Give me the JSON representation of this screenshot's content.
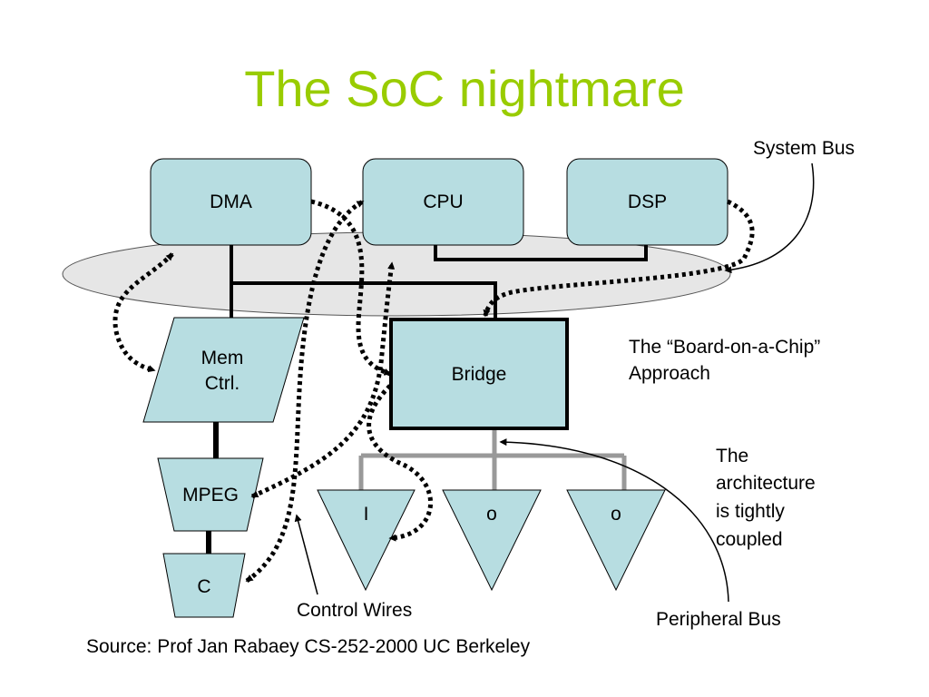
{
  "slide": {
    "title": "The SoC nightmare"
  },
  "blocks": {
    "dma": "DMA",
    "cpu": "CPU",
    "dsp": "DSP",
    "mem_line1": "Mem",
    "mem_line2": "Ctrl.",
    "bridge": "Bridge",
    "mpeg": "MPEG",
    "c": "C",
    "periph_i": "I",
    "periph_o1": "o",
    "periph_o2": "o"
  },
  "annotations": {
    "system_bus": "System Bus",
    "board_line1": "The “Board-on-a-Chip”",
    "board_line2": "Approach",
    "arch_line1": "The",
    "arch_line2": "architecture",
    "arch_line3": "is tightly",
    "arch_line4": "coupled",
    "control_wires": "Control Wires",
    "peripheral_bus": "Peripheral Bus",
    "source": "Source: Prof Jan Rabaey CS-252-2000 UC Berkeley"
  },
  "colors": {
    "title": "#99cc00",
    "block_fill": "#b7dde1",
    "ellipse_fill": "#e6e6e6",
    "peripheral_bus": "#999999"
  }
}
